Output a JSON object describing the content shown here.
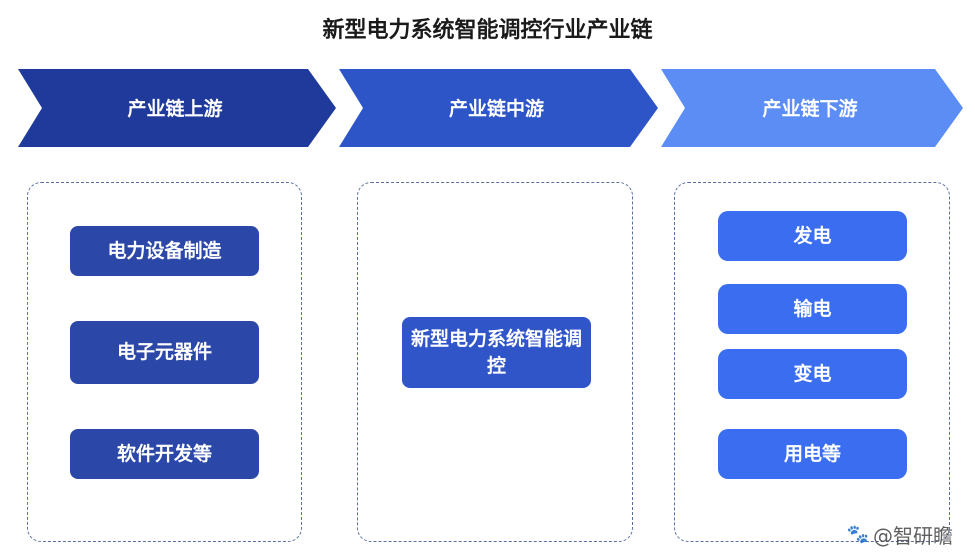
{
  "title": "新型电力系统智能调控行业产业链",
  "stages": [
    {
      "label": "产业链上游",
      "color": "#1f3a9a"
    },
    {
      "label": "产业链中游",
      "color": "#2e55c8"
    },
    {
      "label": "产业链下游",
      "color": "#5b8df5"
    }
  ],
  "upstream": [
    "电力设备制造",
    "电子元器件",
    "软件开发等"
  ],
  "midstream": [
    "新型电力系统智能调控"
  ],
  "downstream": [
    "发电",
    "输电",
    "变电",
    "用电等"
  ],
  "watermark": {
    "icon": "paw-icon",
    "text": "@智研瞻"
  }
}
